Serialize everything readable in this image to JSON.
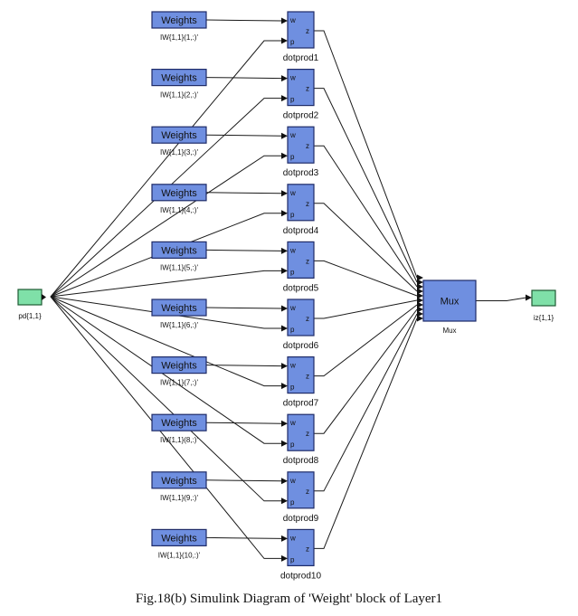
{
  "weight_blocks": [
    {
      "label": "Weights",
      "sublabel": "IW{1,1}(1,:)'"
    },
    {
      "label": "Weights",
      "sublabel": "IW{1,1}(2,:)'"
    },
    {
      "label": "Weights",
      "sublabel": "IW{1,1}(3,:)'"
    },
    {
      "label": "Weights",
      "sublabel": "IW{1,1}(4,:)'"
    },
    {
      "label": "Weights",
      "sublabel": "IW{1,1}(5,:)'"
    },
    {
      "label": "Weights",
      "sublabel": "IW{1,1}(6,:)'"
    },
    {
      "label": "Weights",
      "sublabel": "IW{1,1}(7,:)'"
    },
    {
      "label": "Weights",
      "sublabel": "IW{1,1}(8,:)'"
    },
    {
      "label": "Weights",
      "sublabel": "IW{1,1}(9,:)'"
    },
    {
      "label": "Weights",
      "sublabel": "IW{1,1}(10,:)'"
    }
  ],
  "dotprod_blocks": [
    {
      "name": "dotprod1",
      "port_w": "w",
      "port_p": "p",
      "port_z": "z"
    },
    {
      "name": "dotprod2",
      "port_w": "w",
      "port_p": "p",
      "port_z": "z"
    },
    {
      "name": "dotprod3",
      "port_w": "w",
      "port_p": "p",
      "port_z": "z"
    },
    {
      "name": "dotprod4",
      "port_w": "w",
      "port_p": "p",
      "port_z": "z"
    },
    {
      "name": "dotprod5",
      "port_w": "w",
      "port_p": "p",
      "port_z": "z"
    },
    {
      "name": "dotprod6",
      "port_w": "w",
      "port_p": "p",
      "port_z": "z"
    },
    {
      "name": "dotprod7",
      "port_w": "w",
      "port_p": "p",
      "port_z": "z"
    },
    {
      "name": "dotprod8",
      "port_w": "w",
      "port_p": "p",
      "port_z": "z"
    },
    {
      "name": "dotprod9",
      "port_w": "w",
      "port_p": "p",
      "port_z": "z"
    },
    {
      "name": "dotprod10",
      "port_w": "w",
      "port_p": "p",
      "port_z": "z"
    }
  ],
  "input_port": {
    "label": "pd{1,1}"
  },
  "mux": {
    "inner_label": "Mux",
    "label": "Mux"
  },
  "output_port": {
    "label": "iz{1,1}"
  },
  "caption": "Fig.18(b)  Simulink Diagram of 'Weight'  block of Layer1",
  "colors": {
    "block_fill": "#6f8fe0",
    "port_fill": "#7fe0a8"
  }
}
